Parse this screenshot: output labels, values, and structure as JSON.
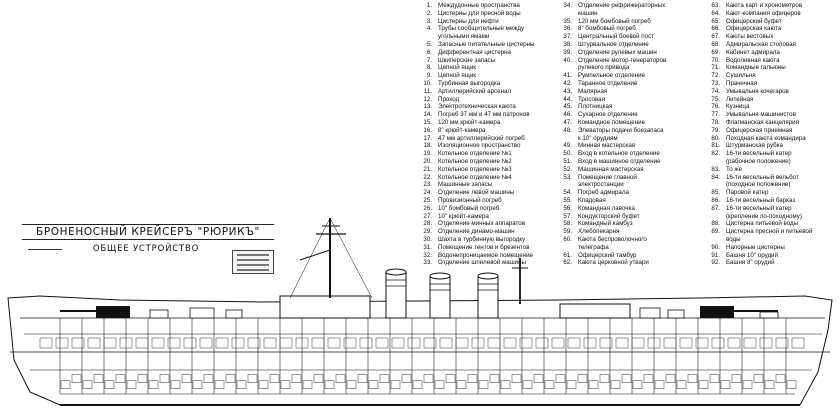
{
  "title": "БРОНЕНОСНЫЙ КРЕЙСЕРЪ \"РЮРИКЪ\"",
  "subtitle": "ОБЩЕЕ УСТРОЙСТВО",
  "legend": {
    "col1": [
      {
        "n": "1.",
        "t": "Междудонные пространства"
      },
      {
        "n": "2.",
        "t": "Цистерны для пресной воды"
      },
      {
        "n": "3.",
        "t": "Цистерны для нефти"
      },
      {
        "n": "4.",
        "t": "Трубы сообщительные между"
      },
      {
        "n": "",
        "t": "угольными ямами"
      },
      {
        "n": "5.",
        "t": "Запасные питательные цистерны"
      },
      {
        "n": "6.",
        "t": "Дифферентная цистерна"
      },
      {
        "n": "7.",
        "t": "Шкиперские запасы"
      },
      {
        "n": "8.",
        "t": "Цепной ящик"
      },
      {
        "n": "9.",
        "t": "Цепной ящик"
      },
      {
        "n": "10.",
        "t": "Турбинная выгородка"
      },
      {
        "n": "11.",
        "t": "Артиллерийский арсенал"
      },
      {
        "n": "12.",
        "t": "Проход"
      },
      {
        "n": "13.",
        "t": "Электротехническая каюта"
      },
      {
        "n": "14.",
        "t": "Погреб 37 мм и 47 мм патронов"
      },
      {
        "n": "15.",
        "t": "120 мм крюйт-камера"
      },
      {
        "n": "16.",
        "t": "8\" крюйт-камера"
      },
      {
        "n": "17.",
        "t": "47 мм артиллерийский погреб"
      },
      {
        "n": "18.",
        "t": "Изоляционное пространство"
      },
      {
        "n": "19.",
        "t": "Котельное отделение №1"
      },
      {
        "n": "20.",
        "t": "Котельное отделение №2"
      },
      {
        "n": "21.",
        "t": "Котельное отделение №3"
      },
      {
        "n": "22.",
        "t": "Котельное отделение №4"
      },
      {
        "n": "23.",
        "t": "Машинные запасы"
      },
      {
        "n": "24.",
        "t": "Отделение левой машины"
      },
      {
        "n": "25.",
        "t": "Провизионный погреб"
      },
      {
        "n": "26.",
        "t": "10\" бомбовый погреб"
      },
      {
        "n": "27.",
        "t": "10\" крюйт-камера"
      },
      {
        "n": "28.",
        "t": "Отделение минных аппаратов"
      },
      {
        "n": "29.",
        "t": "Отделение динамо-машин"
      },
      {
        "n": "30.",
        "t": "Шахта в турбинную выгородку"
      },
      {
        "n": "31.",
        "t": "Помещение тентов и брезентов"
      },
      {
        "n": "32.",
        "t": "Водонепроницаемое помещение"
      },
      {
        "n": "33.",
        "t": "Отделение шпилевой машины"
      }
    ],
    "col2": [
      {
        "n": "34.",
        "t": "Отделение рефрижераторных"
      },
      {
        "n": "",
        "t": "машин"
      },
      {
        "n": "35.",
        "t": "120 мм бомбовый погреб"
      },
      {
        "n": "36.",
        "t": "8\" бомбовый погреб"
      },
      {
        "n": "37.",
        "t": "Центральный боевой пост"
      },
      {
        "n": "38.",
        "t": "Штурвальное отделение"
      },
      {
        "n": "39.",
        "t": "Отделение рулевых машин"
      },
      {
        "n": "40.",
        "t": "Отделение мотор-генераторов"
      },
      {
        "n": "",
        "t": "рулевого привода"
      },
      {
        "n": "41.",
        "t": "Румпельное отделение"
      },
      {
        "n": "42.",
        "t": "Таранное отделение"
      },
      {
        "n": "43.",
        "t": "Малярная"
      },
      {
        "n": "44.",
        "t": "Тросовая"
      },
      {
        "n": "45.",
        "t": "Плотницкая"
      },
      {
        "n": "46.",
        "t": "Сухарное отделение"
      },
      {
        "n": "47.",
        "t": "Командное помещение"
      },
      {
        "n": "48.",
        "t": "Элеваторы подачи боезапаса"
      },
      {
        "n": "",
        "t": "к 10\" орудиям"
      },
      {
        "n": "49.",
        "t": "Минная мастерская"
      },
      {
        "n": "50.",
        "t": "Вход в котельное отделение"
      },
      {
        "n": "51.",
        "t": "Вход в машинное отделение"
      },
      {
        "n": "52.",
        "t": "Машинная мастерская"
      },
      {
        "n": "53.",
        "t": "Помещение главной"
      },
      {
        "n": "",
        "t": "электростанции"
      },
      {
        "n": "54.",
        "t": "Погреб адмирала"
      },
      {
        "n": "55.",
        "t": "Кладовая"
      },
      {
        "n": "56.",
        "t": "Командная лавочка"
      },
      {
        "n": "57.",
        "t": "Кондукторский буфет"
      },
      {
        "n": "58.",
        "t": "Командный камбуз"
      },
      {
        "n": "59.",
        "t": "Хлебопекарня"
      },
      {
        "n": "60.",
        "t": "Каюта беспроволочного"
      },
      {
        "n": "",
        "t": "телеграфа"
      },
      {
        "n": "61.",
        "t": "Офицерский тамбур"
      },
      {
        "n": "62.",
        "t": "Каюта церковной утвари"
      }
    ],
    "col3": [
      {
        "n": "63.",
        "t": "Каюта карт и хронометров"
      },
      {
        "n": "64.",
        "t": "Кают-компания офицеров"
      },
      {
        "n": "65.",
        "t": "Офицерский буфет"
      },
      {
        "n": "66.",
        "t": "Офицерская каюта"
      },
      {
        "n": "67.",
        "t": "Каюты вестовых"
      },
      {
        "n": "68.",
        "t": "Адмиральская столовая"
      },
      {
        "n": "69.",
        "t": "Кабинет адмирала"
      },
      {
        "n": "70.",
        "t": "Водоливная каюта"
      },
      {
        "n": "71.",
        "t": "Командные гальюны"
      },
      {
        "n": "72.",
        "t": "Сушильня"
      },
      {
        "n": "73.",
        "t": "Прачечная"
      },
      {
        "n": "74.",
        "t": "Умывальня кочегаров"
      },
      {
        "n": "75.",
        "t": "Литейная"
      },
      {
        "n": "76.",
        "t": "Кузница"
      },
      {
        "n": "77.",
        "t": "Умывальня машинистов"
      },
      {
        "n": "78.",
        "t": "Флагманская канцелярия"
      },
      {
        "n": "79.",
        "t": "Офицерская приемная"
      },
      {
        "n": "80.",
        "t": "Походная каюта командира"
      },
      {
        "n": "81.",
        "t": "Штурманская рубка"
      },
      {
        "n": "82.",
        "t": "16-ти весельный катер"
      },
      {
        "n": "",
        "t": "(рабочное положение)"
      },
      {
        "n": "83.",
        "t": "То же"
      },
      {
        "n": "84.",
        "t": "16-ти весельный вельбот"
      },
      {
        "n": "",
        "t": "(походное положение)"
      },
      {
        "n": "85.",
        "t": "Паровой катер"
      },
      {
        "n": "86.",
        "t": "16-ти весельный барказ"
      },
      {
        "n": "87.",
        "t": "16-ти весельный катер"
      },
      {
        "n": "",
        "t": "(крепление по-походному)"
      },
      {
        "n": "88.",
        "t": "Цистерна питьевой воды"
      },
      {
        "n": "89.",
        "t": "Цистерна пресной и питьевой"
      },
      {
        "n": "",
        "t": "воды"
      },
      {
        "n": "90.",
        "t": "Напорные цистерны"
      },
      {
        "n": "91.",
        "t": "Башня 10\" орудий"
      },
      {
        "n": "92.",
        "t": "Башня 8\" орудий"
      }
    ]
  },
  "colors": {
    "ink": "#111111",
    "paper": "#ffffff"
  }
}
